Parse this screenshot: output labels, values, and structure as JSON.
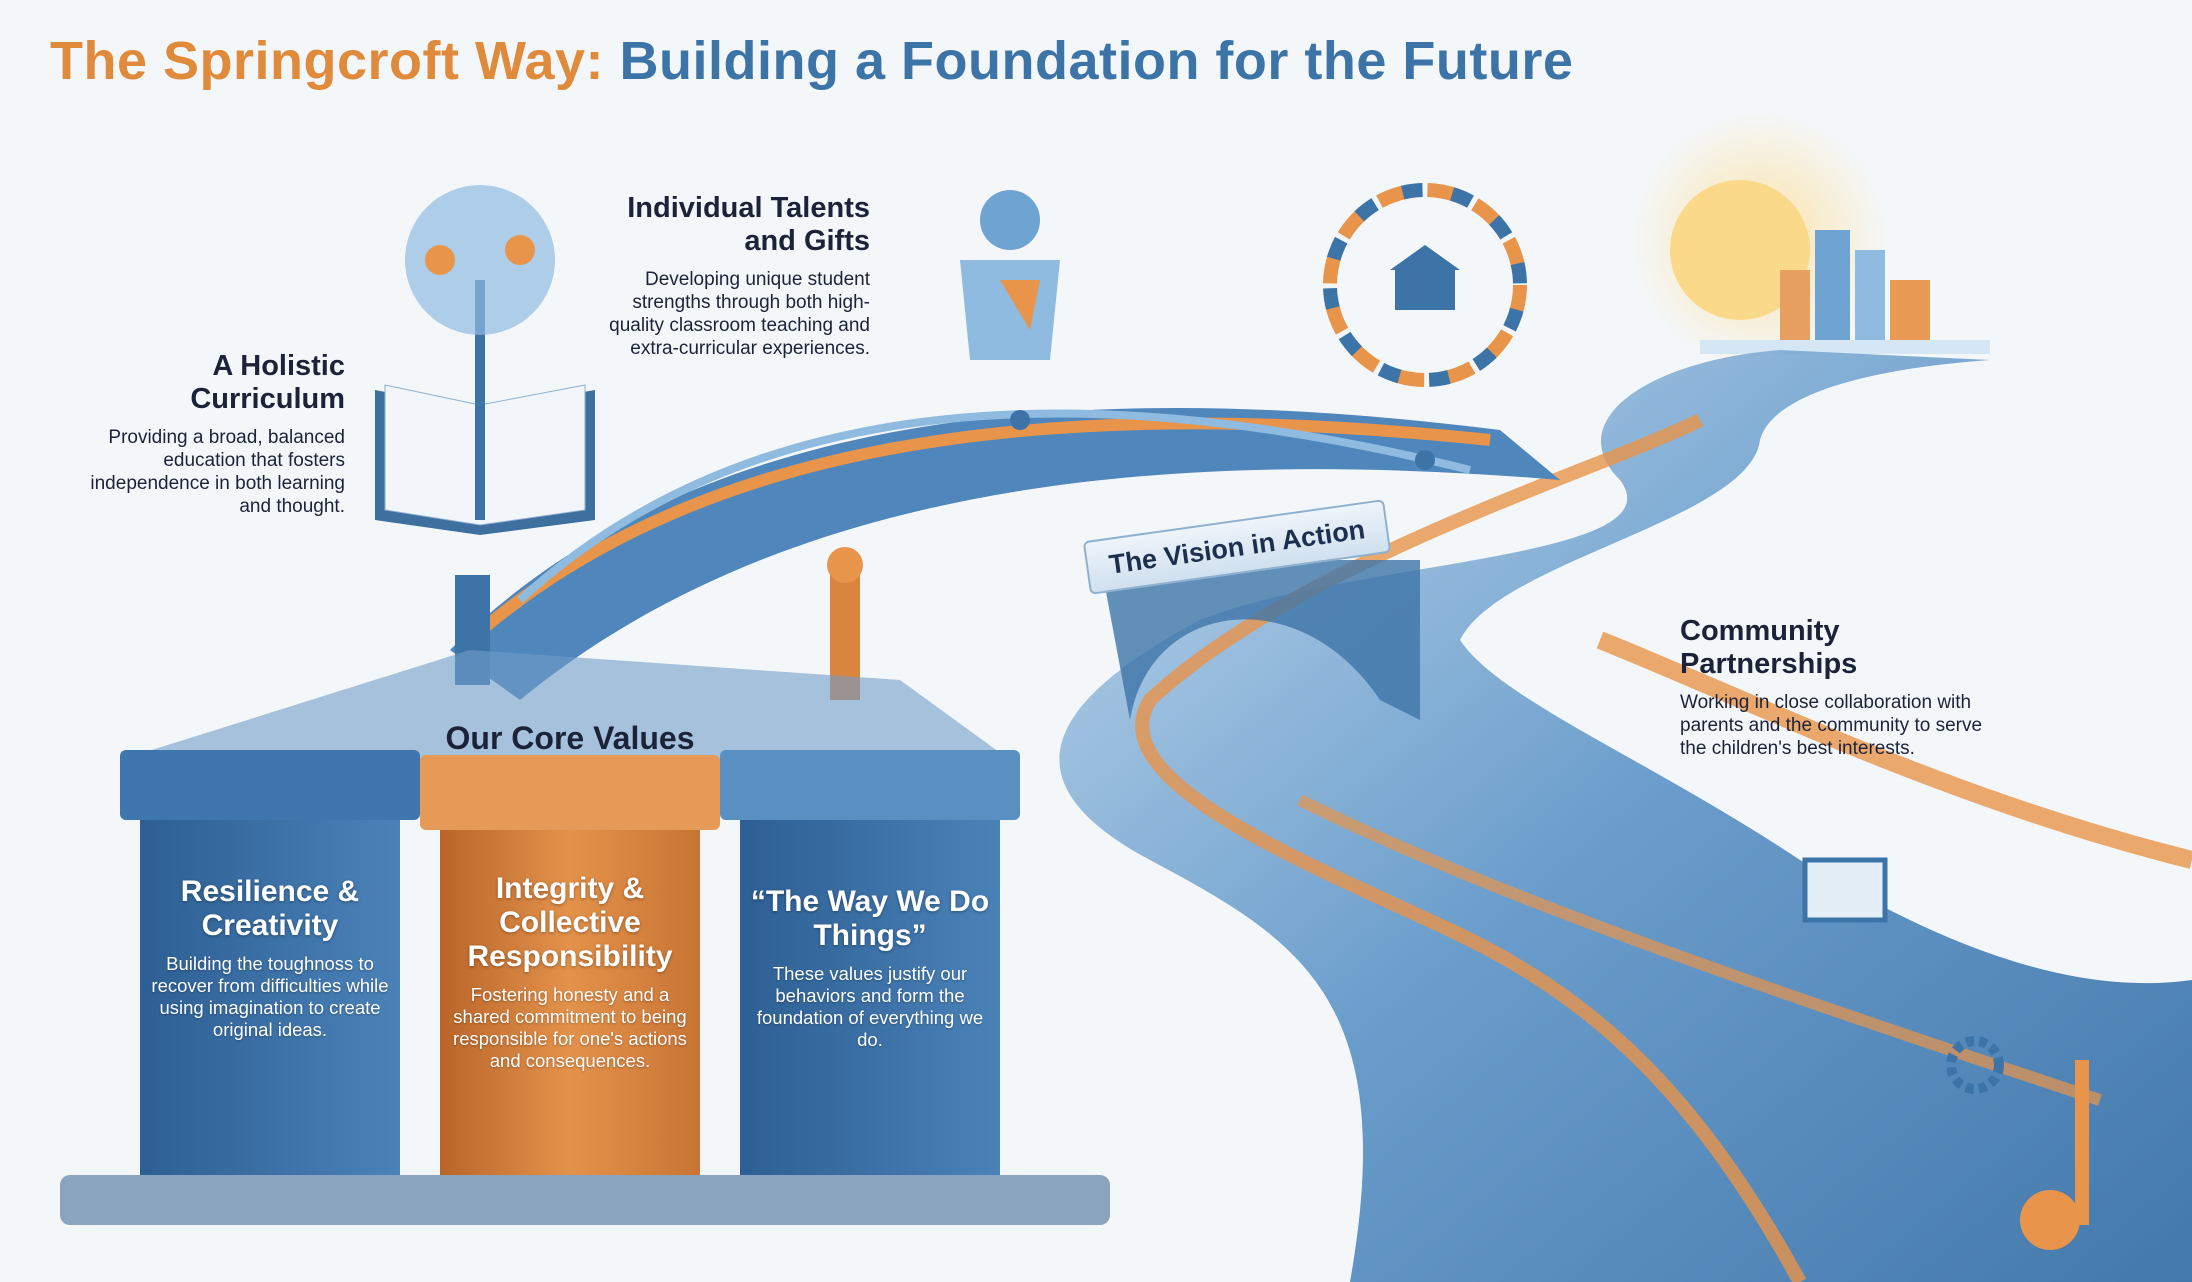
{
  "title": {
    "part1": "The Springcroft Way:",
    "part2": "Building a Foundation for the Future"
  },
  "holistic": {
    "heading": "A Holistic Curriculum",
    "body": "Providing a broad, balanced education that fosters independence in both learning and thought."
  },
  "talents": {
    "heading": "Individual Talents and Gifts",
    "body": "Developing unique student strengths through both high-quality classroom teaching and extra-curricular experiences."
  },
  "community": {
    "heading": "Community Partnerships",
    "body": "Working in close collaboration with parents and the community to serve the children's best interests."
  },
  "bridge_banner": "The Vision in Action",
  "core_values": {
    "heading": "Our Core Values",
    "pillars": [
      {
        "heading": "Resilience & Creativity",
        "body": "Building the toughnoss to recover from difficulties while using imagination to create original ideas."
      },
      {
        "heading": "Integrity & Collective Responsibility",
        "body": "Fostering honesty and a shared commitment to being responsible for one's actions and consequences."
      },
      {
        "heading": "“The Way We Do Things”",
        "body": "These values justify our behaviors and form the foundation of everything we do."
      }
    ]
  },
  "colors": {
    "orange": "#e08a3c",
    "blue": "#3d74a8",
    "dark": "#1c2338"
  }
}
